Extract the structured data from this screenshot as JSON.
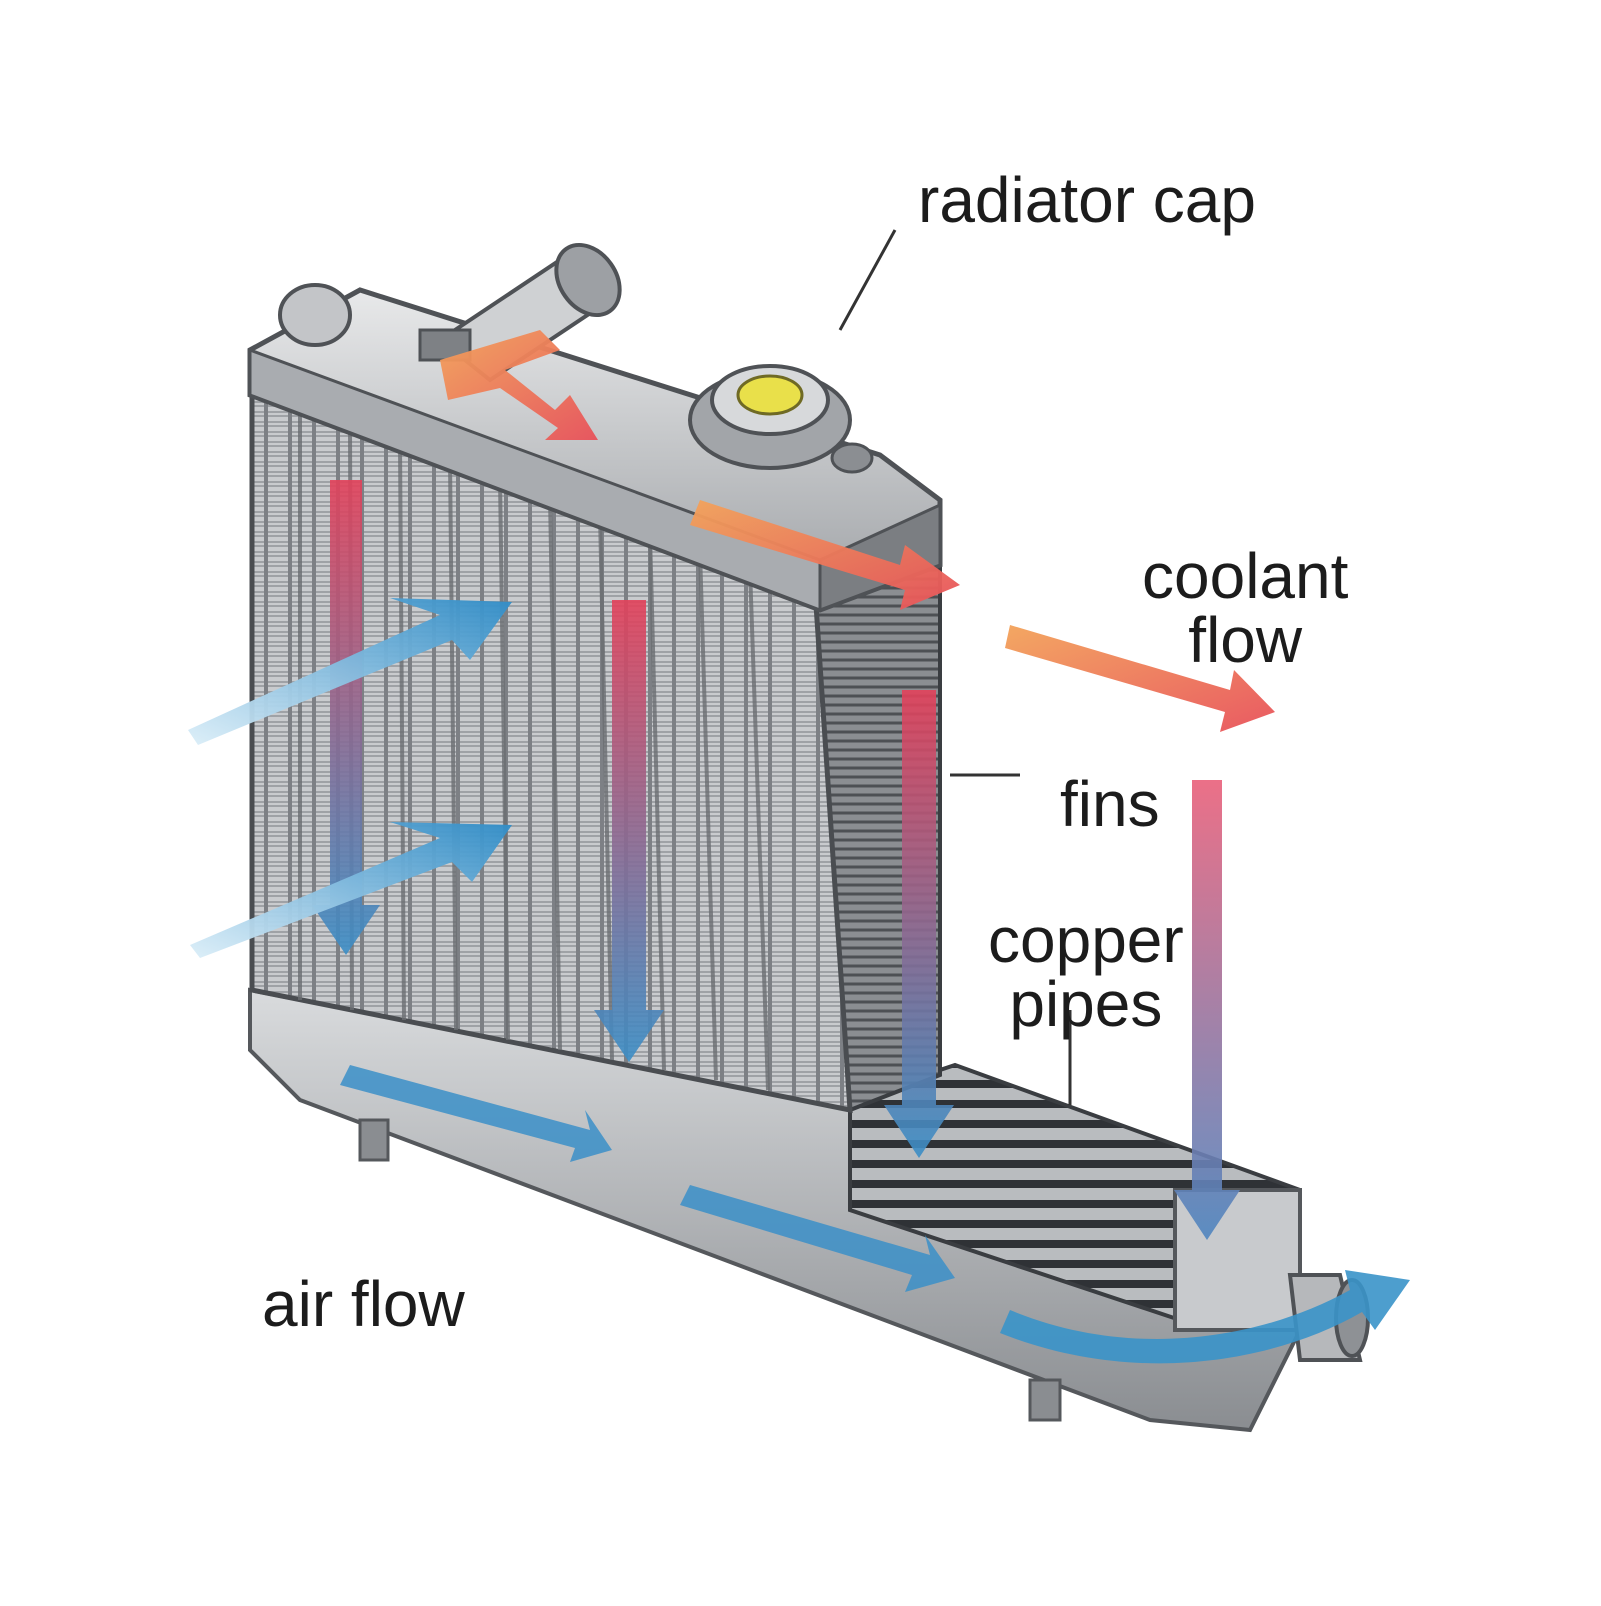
{
  "labels": {
    "radiator_cap": "radiator cap",
    "coolant_flow": [
      "coolant",
      "flow"
    ],
    "fins": "fins",
    "copper_pipes": [
      "copper",
      "pipes"
    ],
    "air_flow": "air flow"
  },
  "colors": {
    "hot_coolant": "#e8515a",
    "warm_coolant": "#f08a4b",
    "cool_air": "#3a93c9",
    "metal_light": "#d4d6d8",
    "metal_dark": "#6d7074",
    "cap_yellow": "#e9e04a"
  }
}
